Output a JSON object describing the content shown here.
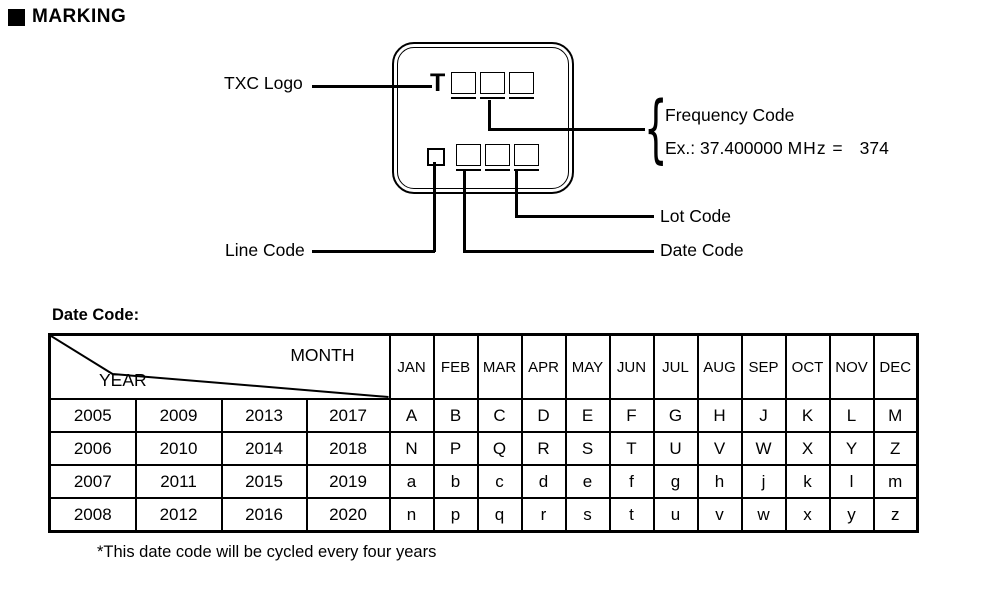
{
  "page": {
    "title": "MARKING",
    "footnote": "*This date code will be cycled every four years"
  },
  "diagram": {
    "chip_logo_char": "T",
    "labels": {
      "txc_logo": "TXC Logo",
      "frequency_code": "Frequency Code",
      "frequency_example_prefix": "Ex.: 37.400000",
      "frequency_example_unit": "MHz =",
      "frequency_example_value": "374",
      "lot_code": "Lot Code",
      "date_code": "Date Code",
      "line_code": "Line Code"
    },
    "brace_char": "{"
  },
  "table": {
    "caption": "Date Code:",
    "corner": {
      "month": "MONTH",
      "year": "YEAR"
    },
    "months": [
      "JAN",
      "FEB",
      "MAR",
      "APR",
      "MAY",
      "JUN",
      "JUL",
      "AUG",
      "SEP",
      "OCT",
      "NOV",
      "DEC"
    ],
    "rows": [
      {
        "years": [
          "2005",
          "2009",
          "2013",
          "2017"
        ],
        "codes": [
          "A",
          "B",
          "C",
          "D",
          "E",
          "F",
          "G",
          "H",
          "J",
          "K",
          "L",
          "M"
        ]
      },
      {
        "years": [
          "2006",
          "2010",
          "2014",
          "2018"
        ],
        "codes": [
          "N",
          "P",
          "Q",
          "R",
          "S",
          "T",
          "U",
          "V",
          "W",
          "X",
          "Y",
          "Z"
        ]
      },
      {
        "years": [
          "2007",
          "2011",
          "2015",
          "2019"
        ],
        "codes": [
          "a",
          "b",
          "c",
          "d",
          "e",
          "f",
          "g",
          "h",
          "j",
          "k",
          "l",
          "m"
        ]
      },
      {
        "years": [
          "2008",
          "2012",
          "2016",
          "2020"
        ],
        "codes": [
          "n",
          "p",
          "q",
          "r",
          "s",
          "t",
          "u",
          "v",
          "w",
          "x",
          "y",
          "z"
        ]
      }
    ]
  }
}
